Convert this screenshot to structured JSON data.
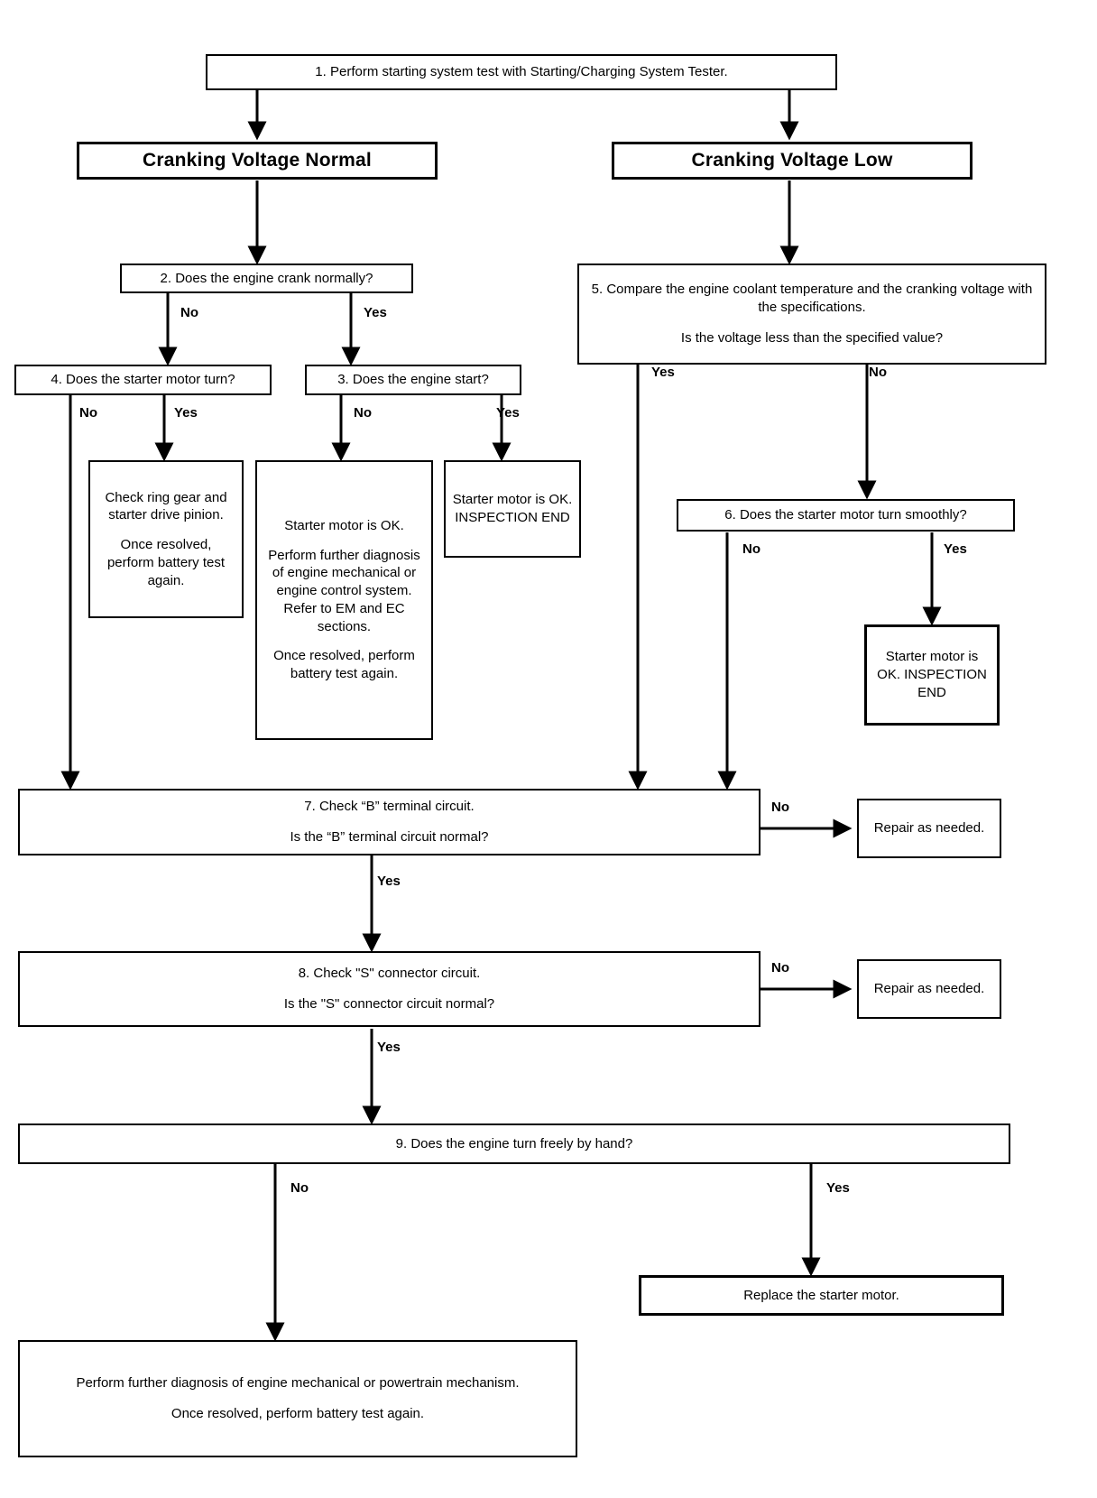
{
  "diagram": {
    "title": "Starting System Diagnostic Flowchart",
    "line_color": "#000000",
    "box_border_color": "#000000",
    "background": "#ffffff"
  },
  "nodes": {
    "step1": {
      "lines": [
        "1. Perform starting system test with Starting/Charging System Tester."
      ]
    },
    "header_normal": {
      "text": "Cranking Voltage Normal"
    },
    "header_low": {
      "text": "Cranking Voltage Low"
    },
    "step2": {
      "lines": [
        "2. Does the engine crank normally?"
      ]
    },
    "step5": {
      "line1": "5. Compare the engine coolant temperature and the cranking voltage with the specifications.",
      "line2": "Is the voltage less than the specified value?"
    },
    "step4": {
      "lines": [
        "4. Does the starter motor turn?"
      ]
    },
    "step3": {
      "lines": [
        "3. Does the engine start?"
      ]
    },
    "check_ring_gear": {
      "line1": "Check ring gear and starter drive pinion.",
      "line2": "Once resolved, perform battery test again."
    },
    "starter_ok_diagnose": {
      "line1": "Starter motor is OK.",
      "line2": "Perform further diagnosis of engine mechanical or engine control system. Refer to EM and EC sections.",
      "line3": "Once resolved, perform battery test again."
    },
    "starter_ok_end_left": {
      "line1": "Starter motor is OK. INSPECTION END"
    },
    "step6": {
      "lines": [
        "6. Does the starter motor turn smoothly?"
      ]
    },
    "starter_ok_end_right": {
      "line1": "Starter motor is OK. INSPECTION END"
    },
    "step7": {
      "line1": "7. Check “B” terminal circuit.",
      "line2": "Is the “B” terminal circuit normal?"
    },
    "repair1": {
      "line1": "Repair as needed."
    },
    "step8": {
      "line1": "8. Check \"S\" connector circuit.",
      "line2": "Is the \"S\" connector circuit normal?"
    },
    "repair2": {
      "line1": "Repair as needed."
    },
    "step9": {
      "lines": [
        "9. Does the engine turn freely by hand?"
      ]
    },
    "further_diagnosis": {
      "line1": "Perform further diagnosis of engine mechanical or powertrain mechanism.",
      "line2": "Once resolved, perform battery test again."
    },
    "replace_starter": {
      "line1": "Replace the starter motor."
    }
  },
  "edge_labels": {
    "step2_no": "No",
    "step2_yes": "Yes",
    "step5_yes": "Yes",
    "step5_no": "No",
    "step4_no": "No",
    "step4_yes": "Yes",
    "step3_no": "No",
    "step3_yes": "Yes",
    "step6_no": "No",
    "step6_yes": "Yes",
    "step7_no": "No",
    "step7_yes": "Yes",
    "step8_no": "No",
    "step8_yes": "Yes",
    "step9_no": "No",
    "step9_yes": "Yes"
  }
}
